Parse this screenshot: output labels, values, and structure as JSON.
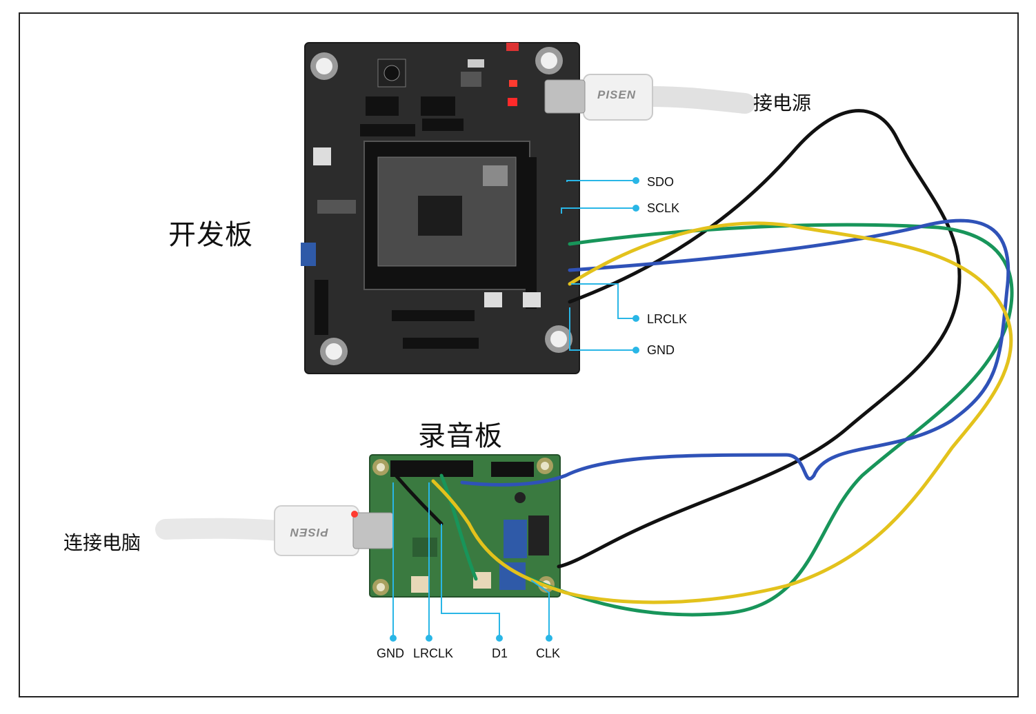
{
  "labels": {
    "dev_board": "开发板",
    "rec_board": "录音板",
    "power": "接电源",
    "pc": "连接电脑"
  },
  "dev_pins": {
    "sdo": "SDO",
    "sclk": "SCLK",
    "lrclk": "LRCLK",
    "gnd": "GND"
  },
  "rec_pins": {
    "gnd": "GND",
    "lrclk": "LRCLK",
    "d1": "D1",
    "clk": "CLK"
  },
  "brand": "PISEN",
  "colors": {
    "callout": "#29b6e6",
    "wire_black": "#111111",
    "wire_green": "#18955a",
    "wire_blue": "#2f52b8",
    "wire_yellow": "#e3c21c",
    "dev_pcb": "#2c2c2c",
    "rec_pcb": "#3a7a40"
  }
}
